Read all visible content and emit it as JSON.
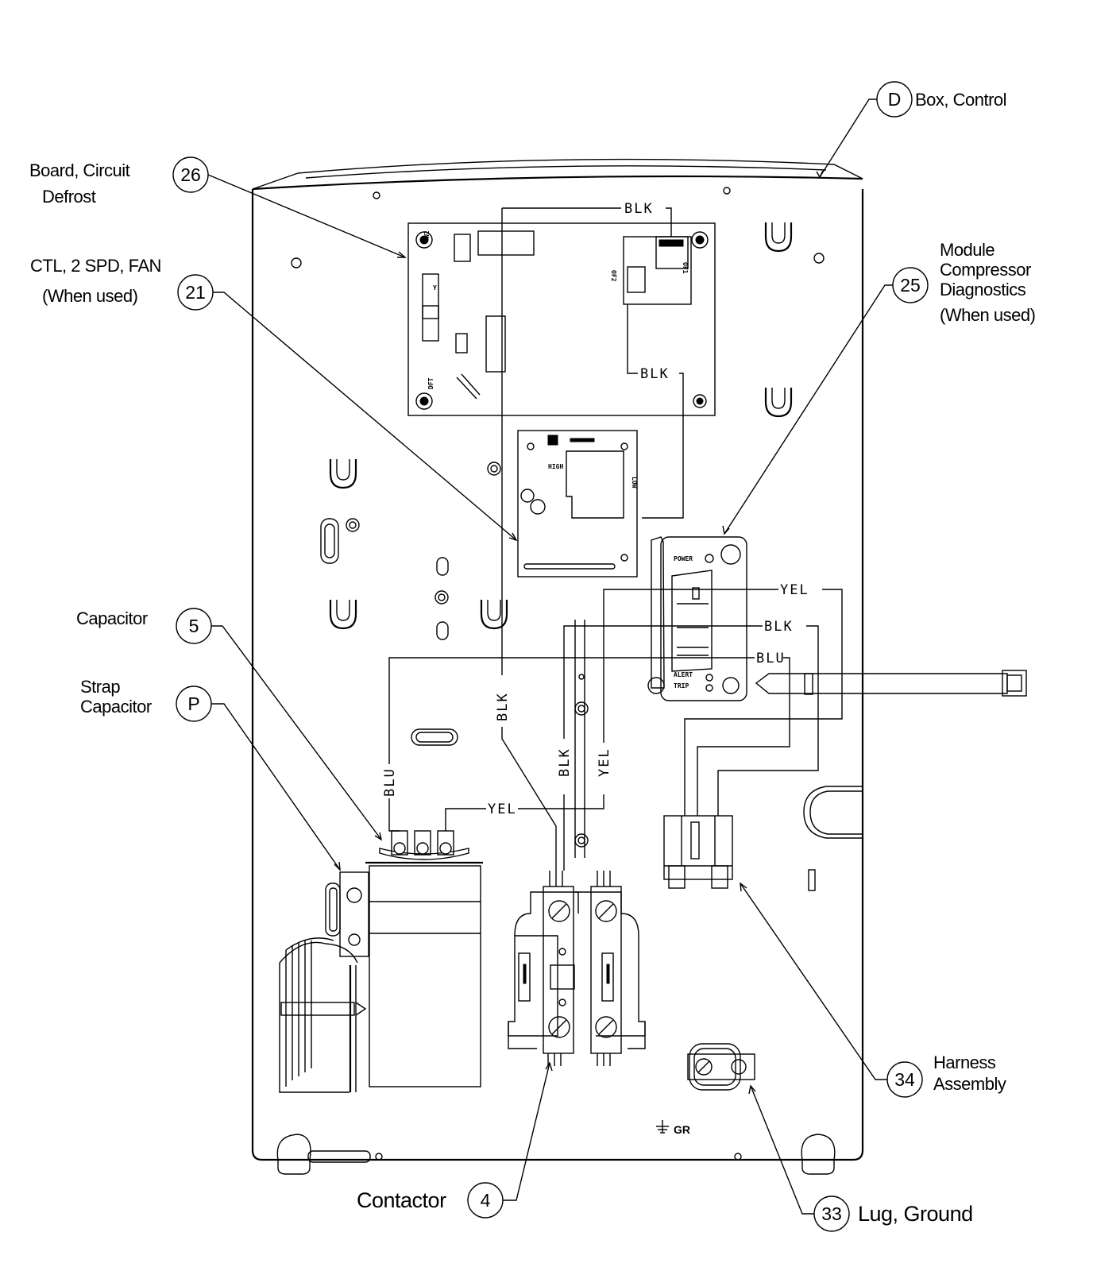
{
  "callouts": {
    "control_box": {
      "number": "D",
      "label": "Box, Control"
    },
    "defrost_board": {
      "number": "26",
      "label_line1": "Board, Circuit",
      "label_line2": "Defrost"
    },
    "fan_control": {
      "number": "21",
      "label_line1": "CTL, 2 SPD, FAN",
      "label_line2": "(When used)"
    },
    "compressor_module": {
      "number": "25",
      "label_line1": "Module",
      "label_line2": "Compressor",
      "label_line3": "Diagnostics",
      "label_line4": "(When used)"
    },
    "capacitor": {
      "number": "5",
      "label": "Capacitor"
    },
    "strap_capacitor": {
      "number": "P",
      "label_line1": "Strap",
      "label_line2": "Capacitor"
    },
    "contactor": {
      "number": "4",
      "label": "Contactor"
    },
    "harness": {
      "number": "34",
      "label_line1": "Harness",
      "label_line2": "Assembly"
    },
    "ground_lug": {
      "number": "33",
      "label": "Lug, Ground"
    }
  },
  "wire_labels": {
    "blk": "BLK",
    "yel": "YEL",
    "blu": "BLU"
  },
  "board_markings": {
    "ground_symbol": "GR",
    "power": "POWER",
    "alert": "ALERT",
    "trip": "TRIP"
  }
}
